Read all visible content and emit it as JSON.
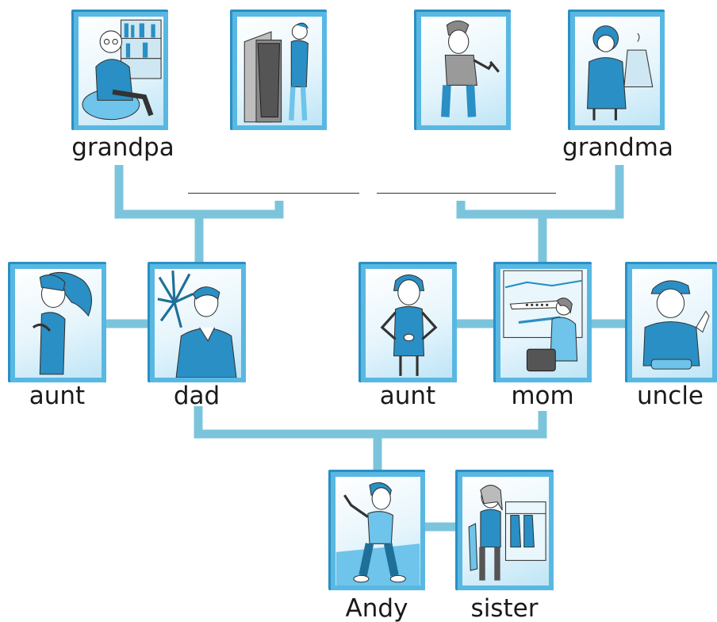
{
  "colors": {
    "connector": "#7cc4dc",
    "frame": "#2a8fc4",
    "frame_light": "#59b8e2",
    "accent": "#1aa3db"
  },
  "labels": {
    "grandpa": "grandpa",
    "grandma": "grandma",
    "aunt_left": "aunt",
    "dad": "dad",
    "aunt_right": "aunt",
    "mom": "mom",
    "uncle": "uncle",
    "andy": "Andy",
    "sister": "sister"
  },
  "blanks": {
    "left": "",
    "right": ""
  },
  "pictures": [
    {
      "who": "grandpa",
      "icon": "grandpa-reading-icon"
    },
    {
      "who": "grandpa-unlabeled-hanging-coat",
      "icon": "person-closet-icon"
    },
    {
      "who": "grandma-unlabeled-drawing",
      "icon": "person-pencil-icon"
    },
    {
      "who": "grandma",
      "icon": "grandma-jacket-icon"
    },
    {
      "who": "aunt",
      "icon": "woman-ponytail-icon"
    },
    {
      "who": "dad",
      "icon": "man-plant-icon"
    },
    {
      "who": "aunt",
      "icon": "woman-hands-hips-icon"
    },
    {
      "who": "mom",
      "icon": "woman-airport-icon"
    },
    {
      "who": "uncle",
      "icon": "man-thumbs-up-icon"
    },
    {
      "who": "Andy",
      "icon": "boy-waving-icon"
    },
    {
      "who": "sister",
      "icon": "girl-shopping-icon"
    }
  ]
}
